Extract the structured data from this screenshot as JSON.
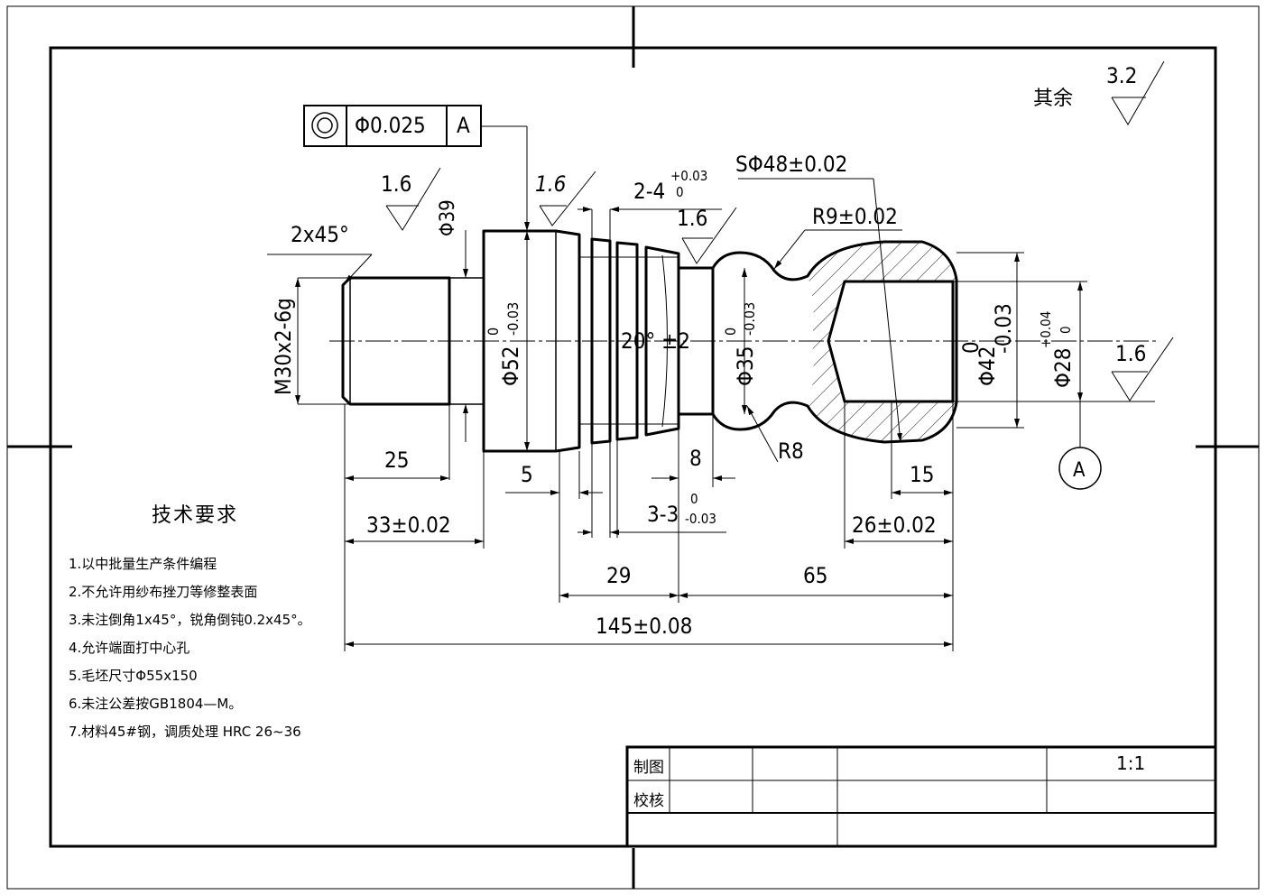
{
  "roughness": {
    "general_label": "其余",
    "general_value": "3.2",
    "values": [
      "1.6",
      "1.6",
      "1.6",
      "1.6"
    ]
  },
  "tolerance_frame": {
    "symbol": "◎",
    "value": "Φ0.025",
    "datum": "A"
  },
  "datum_label": "A",
  "dimensions": {
    "chamfer": "2x45°",
    "phi39": "Φ39",
    "thread": "M30x2-6g",
    "phi52": "Φ52",
    "phi52_tol_up": "0",
    "phi52_tol_low": "-0.03",
    "angle": "20° ±2",
    "phi35": "Φ35",
    "phi35_tol_up": "0",
    "phi35_tol_low": "-0.03",
    "groove": "2-4",
    "groove_tol_up": "+0.03",
    "groove_tol_low": "0",
    "sphere": "SΦ48±0.02",
    "r9": "R9±0.02",
    "r8": "R8",
    "phi42": "Φ42",
    "phi42_tol_up": "0",
    "phi42_tol_low": "-0.03",
    "phi28": "Φ28",
    "phi28_tol_up": "+0.04",
    "phi28_tol_low": "0",
    "d25": "25",
    "d5": "5",
    "d8": "8",
    "d15": "15",
    "d33": "33±0.02",
    "d3": "3-3",
    "d3_tol_up": "0",
    "d3_tol_low": "-0.03",
    "d26": "26±0.02",
    "d29": "29",
    "d65": "65",
    "d145": "145±0.08"
  },
  "notes": {
    "title": "技术要求",
    "items": [
      "1.以中批量生产条件编程",
      "2.不允许用纱布挫刀等修整表面",
      "3.未注倒角1x45°，锐角倒钝0.2x45°。",
      "4.允许端面打中心孔",
      "5.毛坯尺寸Φ55x150",
      "6.未注公差按GB1804—M。",
      "7.材料45#钢，调质处理 HRC 26~36"
    ]
  },
  "title_block": {
    "drawn": "制图",
    "checked": "校核",
    "scale": "1:1"
  }
}
